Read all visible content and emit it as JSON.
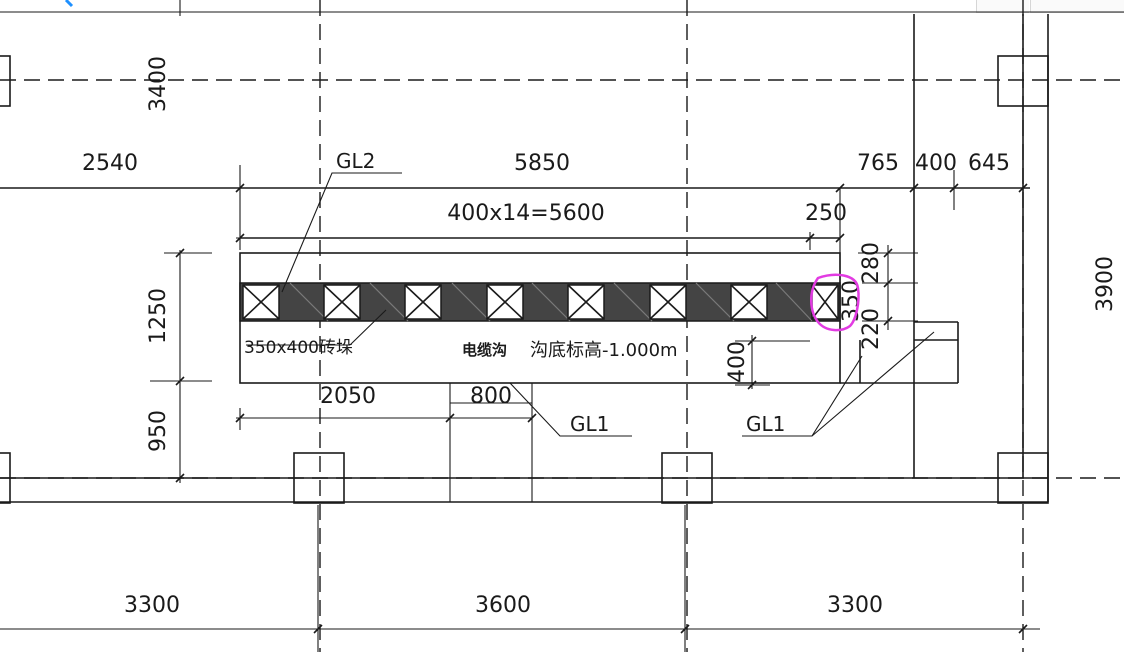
{
  "colors": {
    "line": "#1a1a1a",
    "highlight": "#e23be2",
    "accent": "#1e90ff",
    "pit_fill": "#444444"
  },
  "dimensions": {
    "top_left": "3400",
    "left_span": "2540",
    "mid_span": "5850",
    "right_a": "765",
    "right_b": "400",
    "right_c": "645",
    "inner_span": "400x14=5600",
    "inner_end": "250",
    "left_1250": "1250",
    "left_950": "950",
    "right_3900": "3900",
    "bottom_left": "3300",
    "bottom_mid": "3600",
    "bottom_right": "3300",
    "below_2050": "2050",
    "below_800": "800",
    "depth_400": "400",
    "v_280": "280",
    "v_350": "350",
    "v_220": "220"
  },
  "labels": {
    "gl2": "GL2",
    "gl1_left": "GL1",
    "gl1_right": "GL1",
    "brick_pier": "350x400砖垛",
    "cable_trench": "电缆沟",
    "trench_bottom": "沟底标高-1.000m"
  }
}
